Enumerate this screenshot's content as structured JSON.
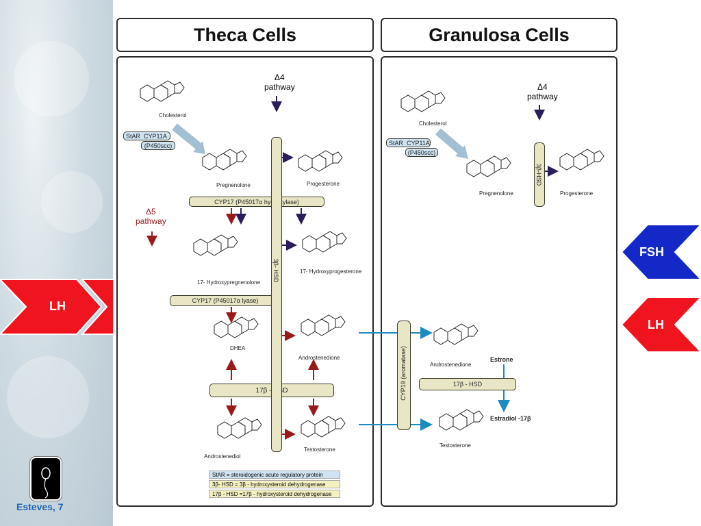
{
  "headers": {
    "theca": "Theca Cells",
    "granulosa": "Granulosa Cells"
  },
  "footer": {
    "credit": "Esteves, 7"
  },
  "hormones": {
    "lh_left": "LH",
    "fsh_right": "FSH",
    "lh_right": "LH"
  },
  "pathways": {
    "d4_theca": "Δ4",
    "d4_theca_word": "pathway",
    "d5_theca": "Δ5",
    "d5_theca_word": "pathway",
    "d4_gran": "Δ4",
    "d4_gran_word": "pathway"
  },
  "theca": {
    "cholesterol": "Cholesterol",
    "star": "StAR",
    "cyp11a": "CYP11A",
    "p450scc": "(P450scc)",
    "pregnenolone": "Pregnenolone",
    "progesterone": "Progesterone",
    "cyp17_hydroxylase": "CYP17 (P45017α hydroxylase)",
    "hydroxypregnenolone": "17- Hydroxypregnenolone",
    "hydroxyprogesterone": "17- Hydroxyprogesterone",
    "cyp17_lyase": "CYP17 (P45017α lyase)",
    "dhea": "DHEA",
    "androstenedione": "Androstenedione",
    "hsd17": "17β - HSD",
    "androstenediol": "Androstenediol",
    "testosterone": "Testosterone",
    "hsd3_vertical": "3β- HSD"
  },
  "granulosa": {
    "cholesterol": "Cholesterol",
    "star": "StAR",
    "cyp11a": "CYP11A",
    "p450scc": "(P450scc)",
    "pregnenolone": "Pregnenolone",
    "progesterone": "Progesterone",
    "hsd3_vertical": "3β-HSD",
    "cyp19": "CYP19 (aromatase)",
    "androstenedione": "Androstenedione",
    "estrone": "Estrone",
    "hsd17": "17β - HSD",
    "estradiol": "Estradiol -17β",
    "testosterone": "Testosterone"
  },
  "legend": {
    "star": "StAR = steroidogenic acute regulatory protein",
    "hsd3": "3β- HSD = 3β - hydroxysteroid dehydrogenase",
    "hsd17": "17β - HSD =17β - hydroxysteroid dehydrogenase"
  },
  "colors": {
    "lh_red": "#f0141e",
    "fsh_blue": "#1428c8",
    "enzyme_fill": "#e8e6c4",
    "dark_arrow": "#2b1d5c",
    "red_arrow": "#9a1a1a",
    "teal_arrow": "#1a8cc0",
    "legend_blue": "#cfe3f2",
    "legend_yellow": "#f4f0c0",
    "credit_blue": "#1f63b5"
  },
  "icons": {
    "logo": "sperm-logo-icon"
  }
}
